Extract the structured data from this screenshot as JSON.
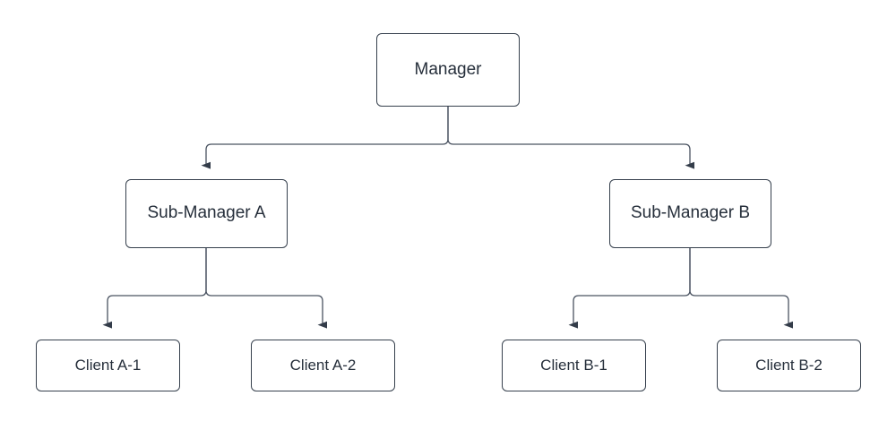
{
  "diagram": {
    "type": "org-hierarchy-tree",
    "orientation": "top-down",
    "background_color": "#ffffff",
    "node_fill": "#ffffff",
    "node_stroke": "#36404d",
    "text_color": "#262f3b",
    "connector_color": "#4a5361",
    "arrowhead_color": "#333c49",
    "nodes": {
      "root": {
        "label": "Manager"
      },
      "branch_a": {
        "label": "Sub-Manager A"
      },
      "branch_b": {
        "label": "Sub-Manager B"
      },
      "leaf_a1": {
        "label": "Client A-1"
      },
      "leaf_a2": {
        "label": "Client A-2"
      },
      "leaf_b1": {
        "label": "Client B-1"
      },
      "leaf_b2": {
        "label": "Client B-2"
      }
    },
    "edges": [
      {
        "from": "Manager",
        "to": "Sub-Manager A"
      },
      {
        "from": "Manager",
        "to": "Sub-Manager B"
      },
      {
        "from": "Sub-Manager A",
        "to": "Client A-1"
      },
      {
        "from": "Sub-Manager A",
        "to": "Client A-2"
      },
      {
        "from": "Sub-Manager B",
        "to": "Client B-1"
      },
      {
        "from": "Sub-Manager B",
        "to": "Client B-2"
      }
    ]
  }
}
